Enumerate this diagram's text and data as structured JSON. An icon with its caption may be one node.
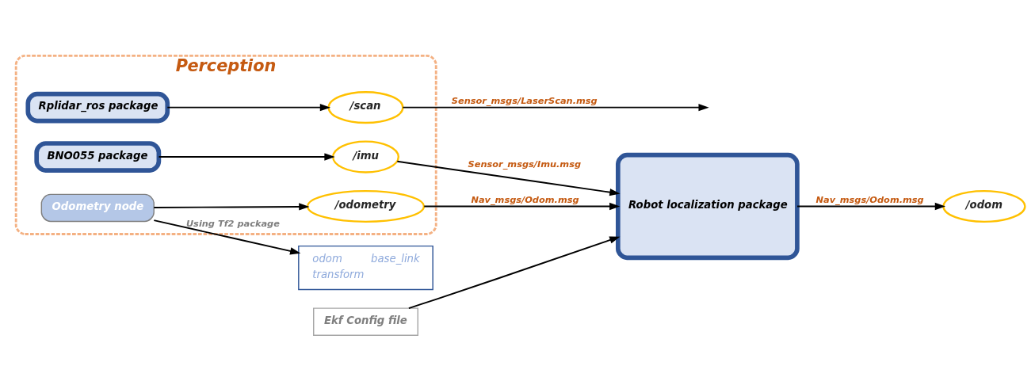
{
  "diagram": {
    "nodes": [
      {
        "text": [
          "Perception"
        ]
      },
      {
        "text": [
          "Rplidar_ros package"
        ],
        "in": 0
      },
      {
        "text": [
          "/scan"
        ],
        "in": 0
      },
      {
        "text": [
          "BNO055 package"
        ],
        "in": 0
      },
      {
        "text": [
          "/imu"
        ],
        "in": 0
      },
      {
        "text": [
          "Odometry node"
        ],
        "in": 0
      },
      {
        "text": [
          "/odometry"
        ],
        "in": 0
      },
      {
        "text": [
          "Ekf Config file"
        ]
      },
      {
        "text": [
          "odom",
          "base_link",
          "transform"
        ]
      },
      {
        "text": [
          "Robot localization package"
        ]
      },
      {
        "text": [
          "/odom"
        ]
      }
    ],
    "edges": [
      {
        "from": 1,
        "to": 2,
        "arrow": "to"
      },
      {
        "from": 2,
        "to": null,
        "arrow": "to",
        "label": "Sensor_msgs/LaserScan.msg"
      },
      {
        "from": 3,
        "to": 4,
        "arrow": "to"
      },
      {
        "from": 4,
        "to": 9,
        "arrow": "to",
        "label": "Sensor_msgs/Imu.msg"
      },
      {
        "from": 7,
        "to": 9,
        "arrow": "to"
      },
      {
        "from": 5,
        "to": 8,
        "arrow": "to",
        "label": "Using Tf2 package"
      },
      {
        "from": 5,
        "to": 6,
        "arrow": "to"
      },
      {
        "from": 6,
        "to": 9,
        "arrow": "to",
        "label": "Nav_msgs/Odom.msg"
      },
      {
        "from": 9,
        "to": 10,
        "arrow": "to",
        "label": "Nav_msgs/Odom.msg"
      }
    ]
  }
}
